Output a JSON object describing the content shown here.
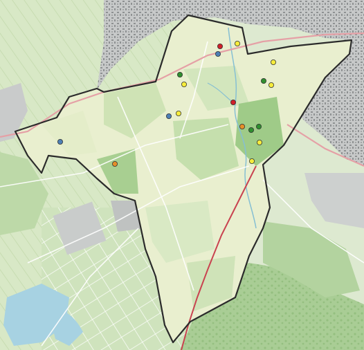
{
  "map": {
    "kind": "topographic area map with outlined study area and point markers",
    "colors": {
      "background_land": "#e3ecd8",
      "field_light": "#d4e6c3",
      "field_green": "#b9d7a3",
      "forest": "#a3c98f",
      "study_area_fill": "#eef2d5",
      "urban": "#9c9fa0",
      "urban_light": "#c4c6c6",
      "water": "#a9d5e3",
      "road_main": "#e5a0a6",
      "boundary": "#2b2b2b",
      "dark_road": "#a3303d"
    },
    "legend_colors": {
      "red": "#d0202a",
      "yellow": "#f6ec3c",
      "green": "#2f8f2f",
      "blue": "#4d7fb5",
      "orange": "#e58f2a"
    }
  },
  "markers": [
    {
      "color": "red"
    },
    {
      "color": "yellow"
    },
    {
      "color": "blue"
    },
    {
      "color": "yellow"
    },
    {
      "color": "green"
    },
    {
      "color": "yellow"
    },
    {
      "color": "green"
    },
    {
      "color": "yellow"
    },
    {
      "color": "red"
    },
    {
      "color": "blue"
    },
    {
      "color": "yellow"
    },
    {
      "color": "orange"
    },
    {
      "color": "green"
    },
    {
      "color": "green"
    },
    {
      "color": "yellow"
    },
    {
      "color": "yellow"
    },
    {
      "color": "blue"
    },
    {
      "color": "orange"
    }
  ]
}
